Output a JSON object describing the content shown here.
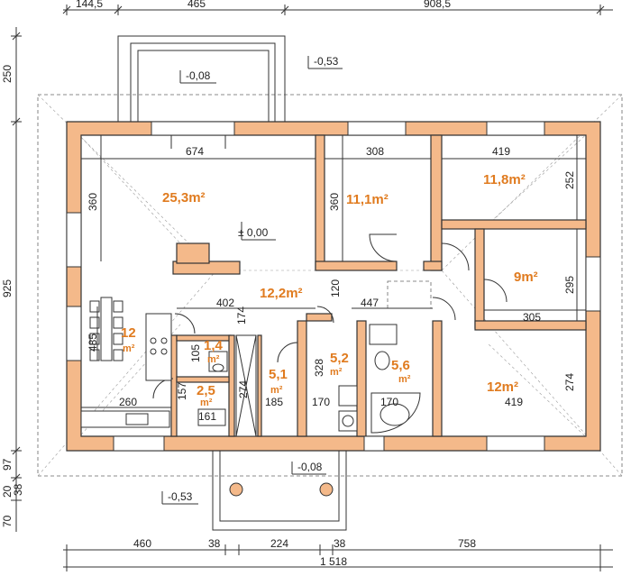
{
  "top_dims": [
    "144,5",
    "465",
    "908,5"
  ],
  "left_dims": [
    "250",
    "925",
    "97",
    "20",
    "38",
    "70"
  ],
  "bottom_dims": [
    "460",
    "38",
    "224",
    "38",
    "758"
  ],
  "bottom_total": "1 518",
  "levels": {
    "upper_terrace": "-0,08",
    "upper_terrain": "-0,53",
    "floor": "± 0,00",
    "lower_terrace": "-0,08",
    "lower_terrain": "-0,53"
  },
  "interior_dims": {
    "d674": "674",
    "d308": "308",
    "d419_top": "419",
    "d360_left": "360",
    "d360_mid": "360",
    "d252": "252",
    "d295": "295",
    "d305": "305",
    "d402": "402",
    "d120": "120",
    "d447": "447",
    "d174": "174",
    "d485": "485",
    "d105": "105",
    "d157": "157",
    "d274_mid": "274",
    "d328": "328",
    "d274_right": "274",
    "d260": "260",
    "d161": "161",
    "d185": "185",
    "d170_a": "170",
    "d170_b": "170",
    "d419_bottom": "419"
  },
  "rooms": {
    "living": "25,3m²",
    "bedroom1": "11,1m²",
    "bedroom2": "11,8m²",
    "room9": "9m²",
    "hall": "12,2m²",
    "kitchen_num": "12",
    "kitchen_unit": "m²",
    "wc_num": "1,4",
    "wc_unit": "m²",
    "pantry_num": "2,5",
    "pantry_unit": "m²",
    "closet_num": "5,1",
    "closet_unit": "m²",
    "utility_num": "5,2",
    "utility_unit": "m²",
    "bath_num": "5,6",
    "bath_unit": "m²",
    "bedroom3_num": "12m²",
    "bedroom3_dim": "419"
  }
}
